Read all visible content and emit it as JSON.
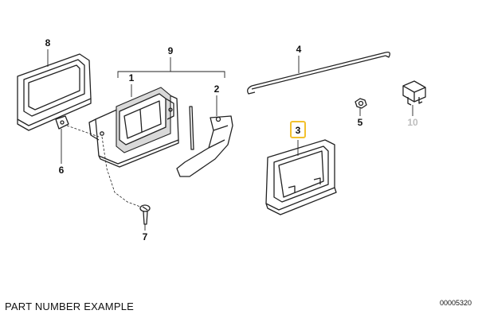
{
  "diagram": {
    "callouts": [
      "8",
      "9",
      "1",
      "2",
      "4",
      "3",
      "5",
      "10",
      "6",
      "7"
    ],
    "highlighted_callout": "3",
    "highlight_color": "#f2c12e",
    "dimmed_callout": "10",
    "dimmed_color": "#bdbdbd"
  },
  "footer": {
    "caption": "PART NUMBER EXAMPLE",
    "drawing_code": "00005320"
  }
}
